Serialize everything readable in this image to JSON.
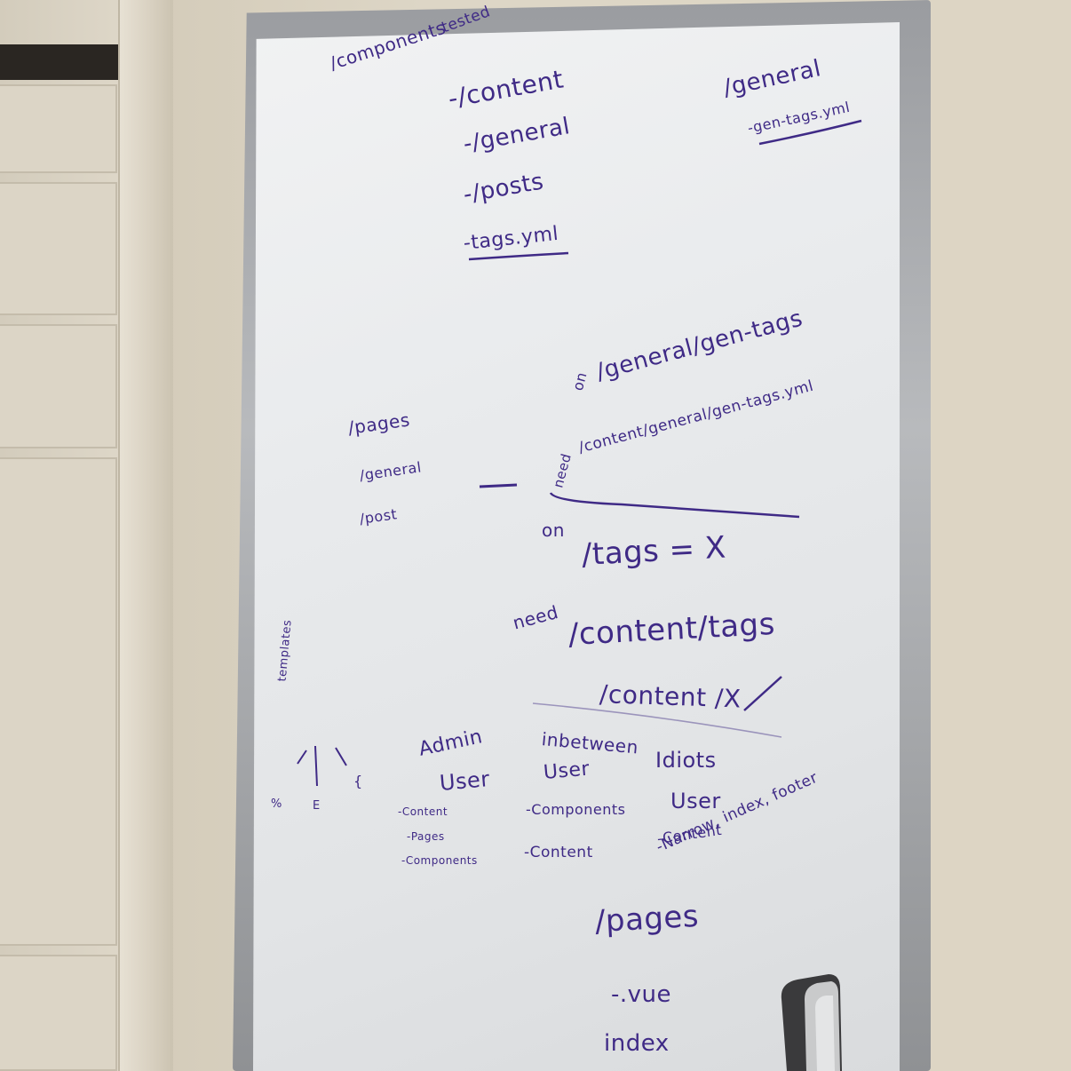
{
  "whiteboard": {
    "top_left": {
      "root": "/components",
      "note": "tested",
      "items": [
        "-/content",
        "-/general",
        "-/posts",
        "-tags.yml"
      ]
    },
    "top_right": {
      "root": "/general",
      "item": "-gen-tags.yml"
    },
    "middle": {
      "pages_list": [
        "/pages",
        "/general",
        "/post"
      ],
      "arrow": "—",
      "on_label": "on",
      "on_path": "/general/gen-tags",
      "need_label": "need",
      "need_path": "/content/general/gen-tags.yml",
      "on_label_2": "on",
      "tags_line": "/tags = X",
      "need_label_2": "need",
      "content_tags": "/content/tags",
      "content_x": "/content /X"
    },
    "bottom": {
      "side_label": "templates",
      "side_marks": [
        "%",
        "E",
        "{"
      ],
      "admin": {
        "title": "Admin",
        "sub": "User",
        "items": [
          "-Content",
          "-Pages",
          "-Components"
        ]
      },
      "inbetween": {
        "title": "inbetween",
        "sub": "User",
        "items": [
          "-Components",
          "-Content"
        ]
      },
      "idiots": {
        "title": "Idiots",
        "sub": "User",
        "items": [
          "-Content",
          "-Narrow, index, footer"
        ]
      },
      "pages_root": "/pages",
      "vue_item": "-.vue",
      "index_item": "index"
    }
  },
  "colors": {
    "marker_ink": "#3f2a86",
    "board_frame": "#9a9ca0",
    "board_surface": "#eceef0",
    "wall": "#ddd6c6"
  }
}
